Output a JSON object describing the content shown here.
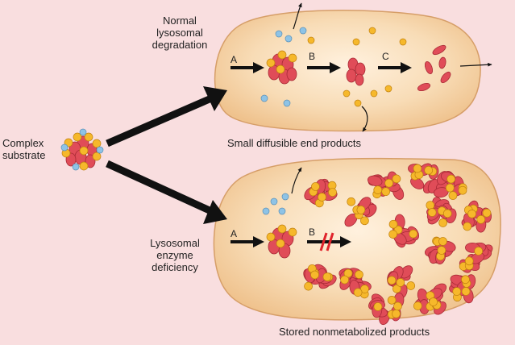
{
  "labels": {
    "complex_substrate": "Complex\nsubstrate",
    "normal_degradation": "Normal\nlysosomal\ndegradation",
    "small_products": "Small diffusible end products",
    "enzyme_deficiency": "Lysosomal\nenzyme\ndeficiency",
    "stored_products": "Stored nonmetabolized products"
  },
  "steps": {
    "a_top": "A",
    "b_top": "B",
    "c_top": "C",
    "a_bottom": "A",
    "b_bottom": "B"
  },
  "colors": {
    "background": "#f9dedf",
    "cell_light": "#fff1de",
    "cell_mid": "#f5cf9f",
    "cell_edge": "#e0a972",
    "molecule_red": "#e04c58",
    "molecule_yellow": "#f6b82b",
    "molecule_blue": "#8ec3e6",
    "block_mark": "#e0242c",
    "arrow": "#111111"
  }
}
